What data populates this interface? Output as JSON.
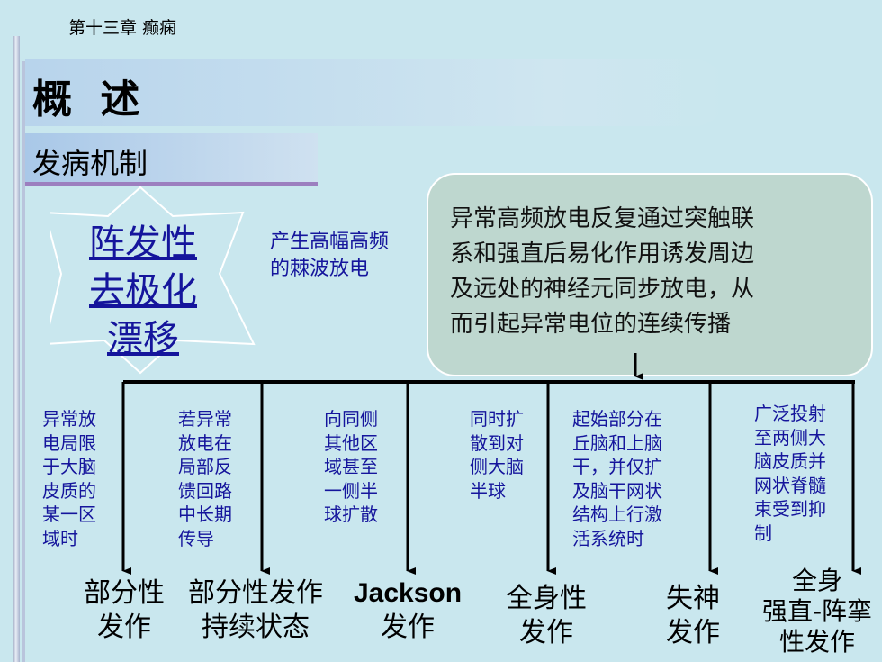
{
  "chapter": "第十三章  癫痫",
  "title": "概 述",
  "subtitle": "发病机制",
  "origin": {
    "lines": [
      "阵发性",
      "去极化",
      "漂移"
    ]
  },
  "spike": {
    "lines": [
      "产生高幅高频",
      "的棘波放电"
    ]
  },
  "propagation": {
    "lines": [
      "异常高频放电反复通过突触联",
      "系和强直后易化作用诱发周边",
      "及远处的神经元同步放电，从",
      "而引起异常电位的连续传播"
    ]
  },
  "branches": [
    {
      "condition": [
        "异常放",
        "电局限",
        "于大脑",
        "皮质的",
        "某一区",
        "域时"
      ],
      "outcome": [
        "部分性",
        "发作"
      ]
    },
    {
      "condition": [
        "若异常",
        "放电在",
        "局部反",
        "馈回路",
        "中长期",
        "传导"
      ],
      "outcome": [
        "部分性发作",
        "持续状态"
      ]
    },
    {
      "condition": [
        "向同侧",
        "其他区",
        "域甚至",
        "一侧半",
        "球扩散"
      ],
      "outcome": [
        "Jackson",
        "发作"
      ]
    },
    {
      "condition": [
        "同时扩",
        "散到对",
        "侧大脑",
        "半球"
      ],
      "outcome": [
        "全身性",
        "发作"
      ]
    },
    {
      "condition": [
        "起始部分在",
        "丘脑和上脑",
        "干，并仅扩",
        "及脑干网状",
        "结构上行激",
        "活系统时"
      ],
      "outcome": [
        "失神",
        "发作"
      ]
    },
    {
      "condition": [
        "广泛投射",
        "至两侧大",
        "脑皮质并",
        "网状脊髓",
        "束受到抑",
        "制"
      ],
      "outcome": [
        "全身",
        "强直-阵挛",
        "性发作"
      ]
    }
  ]
}
